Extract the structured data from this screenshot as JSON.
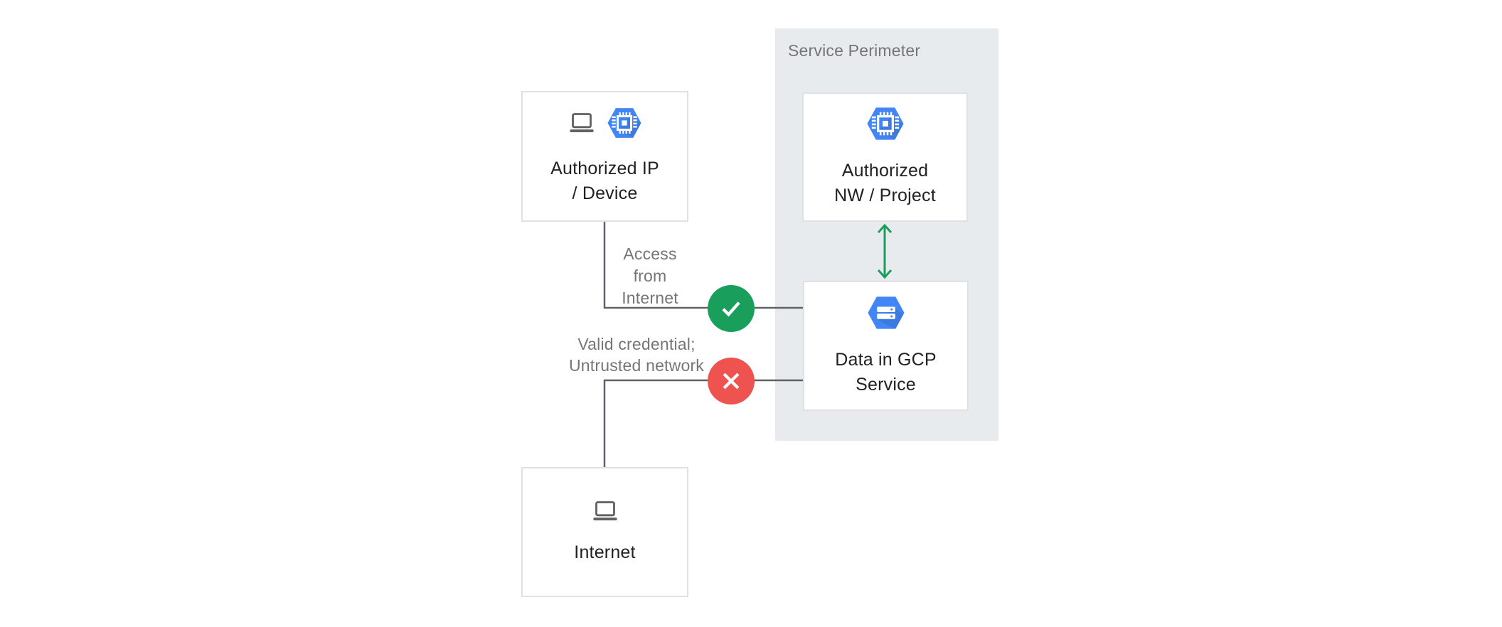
{
  "diagram": {
    "perimeter": {
      "label": "Service Perimeter"
    },
    "nodes": {
      "authorized_ip_device": {
        "lines": [
          "Authorized IP",
          "/ Device"
        ],
        "icons": [
          "laptop-icon",
          "compute-hexagon-icon"
        ]
      },
      "authorized_nw_project": {
        "lines": [
          "Authorized",
          "NW / Project"
        ],
        "icons": [
          "compute-hexagon-icon"
        ]
      },
      "data_in_gcp_service": {
        "lines": [
          "Data in GCP",
          "Service"
        ],
        "icons": [
          "storage-hexagon-icon"
        ]
      },
      "internet": {
        "lines": [
          "Internet"
        ],
        "icons": [
          "laptop-icon"
        ]
      }
    },
    "edges": {
      "access_from_internet": {
        "lines": [
          "Access",
          "from",
          "Internet"
        ],
        "status": "allowed",
        "badge_icon": "check-icon"
      },
      "valid_credential_untrusted": {
        "lines": [
          "Valid credential;",
          "Untrusted network"
        ],
        "status": "denied",
        "badge_icon": "x-icon"
      },
      "nw_to_data": {
        "status": "bidirectional-arrow"
      }
    },
    "colors": {
      "gcp_blue": "#4285f4",
      "allow_green": "#1a9e5c",
      "deny_red": "#ef5350",
      "perimeter_bg": "#e8ebee",
      "line_gray": "#5f6368",
      "box_border": "#dfe1e5",
      "label_gray": "#757575",
      "node_text": "#212121"
    }
  }
}
